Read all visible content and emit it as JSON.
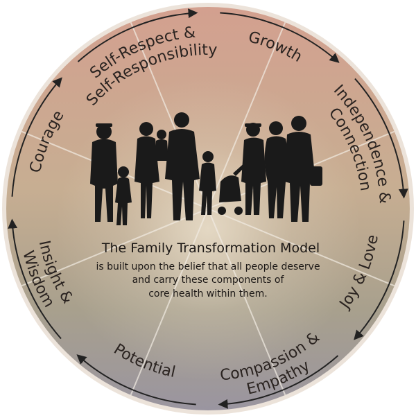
{
  "center": {
    "title": "The Family Transformation Model",
    "body_lines": [
      "is built upon the belief that all people deserve",
      "and carry these components of",
      "core health within them."
    ]
  },
  "segments": [
    {
      "lines": [
        "Self-Respect &",
        "Self-Responsibility"
      ]
    },
    {
      "lines": [
        "Growth"
      ]
    },
    {
      "lines": [
        "Independence &",
        "Connection"
      ]
    },
    {
      "lines": [
        "Joy & Love"
      ]
    },
    {
      "lines": [
        "Compassion &",
        "Empathy"
      ]
    },
    {
      "lines": [
        "Potential"
      ]
    },
    {
      "lines": [
        "Insight &",
        "Wisdom"
      ]
    },
    {
      "lines": [
        "Courage"
      ]
    }
  ],
  "colors": {
    "top": "#cfa08c",
    "middle": "#c2ab8f",
    "bottom_left": "#8d9a86",
    "bottom_right": "#a4928f",
    "rim": "#ece3da",
    "arrow": "#222222",
    "silhouette": "#1a1a1a"
  },
  "icons": {
    "silhouettes": "family-silhouettes-icon",
    "arrows": "clockwise-arrow-icon"
  }
}
